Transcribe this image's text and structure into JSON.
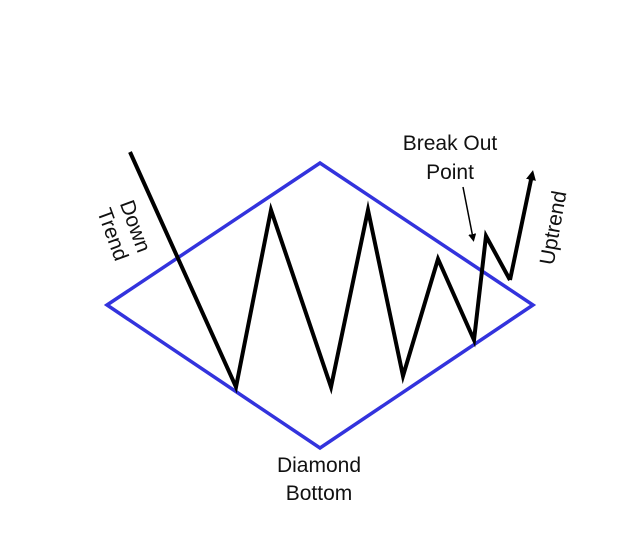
{
  "diagram": {
    "labels": {
      "down_trend_line1": "Down",
      "down_trend_line2": "Trend",
      "break_out_line1": "Break Out",
      "break_out_line2": "Point",
      "uptrend": "Uptrend",
      "diamond_line1": "Diamond",
      "diamond_line2": "Bottom"
    },
    "colors": {
      "diamond": "#3333dd",
      "price": "#000000",
      "text": "#111111",
      "background": "#ffffff"
    }
  }
}
